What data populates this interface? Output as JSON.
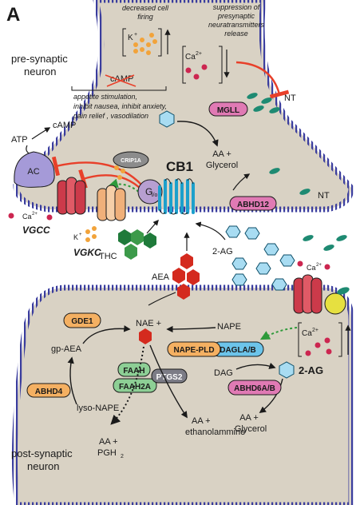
{
  "panel": {
    "letter": "A"
  },
  "neurons": {
    "pre": {
      "line1": "pre-synaptic",
      "line2": "neuron"
    },
    "post": {
      "line1": "post-synaptic",
      "line2": "neuron"
    }
  },
  "notes": {
    "firing": {
      "line1": "decreased cell",
      "line2": "firing"
    },
    "suppression": {
      "line1": "suppression of",
      "line2": "presynaptic",
      "line3": "neuratransmitters",
      "line4": "release"
    },
    "effects": {
      "line1": "appetite stimulation,",
      "line2": "inhibit nausea, inhibit anxiety,",
      "line3": "pain relief , vasodilation"
    }
  },
  "ions": {
    "k": "K",
    "ca": "Ca",
    "k_charge": "+",
    "ca_charge": "2+"
  },
  "labels": {
    "camp_top": "cAMP",
    "camp": "cAMP",
    "atp": "ATP",
    "ac": "AC",
    "nt1": "NT",
    "nt2": "NT",
    "mgll": "MGLL",
    "aa_glycerol_pre": {
      "line1": "AA +",
      "line2": "Glycerol"
    },
    "crip1a": "CRIP1A",
    "cb1": "CB1",
    "gio": "G",
    "gio_sub": "i/o",
    "vgcc": "VGCC",
    "vgkc": "VGKC",
    "abhd12": "ABHD12",
    "thc": "THC",
    "two_ag_cleft": "2-AG",
    "aea": "AEA",
    "gde1": "GDE1",
    "nae": "NAE +",
    "nape": "NAPE",
    "nape_pld": "NAPE-PLD",
    "gp_aea": "gp-AEA",
    "faah": "FAAH",
    "faah2a": "FAAH2A",
    "ptgs2": "PTGS2",
    "abhd4": "ABHD4",
    "lyso_nape": "lyso-NAPE",
    "aa_ethanol": {
      "line1": "AA +",
      "line2": "ethanolammine"
    },
    "aa_pgh2": {
      "line1": "AA +",
      "line2": "PGH",
      "sub": "2"
    },
    "dagla": "DAGLA/B",
    "dag": "DAG",
    "two_ag_post": "2-AG",
    "abhd6": "ABHD6A/B",
    "aa_glycerol_post": {
      "line1": "AA +",
      "line2": "Glycerol"
    }
  },
  "colors": {
    "cell_fill": "#d9d2c4",
    "membrane": "#3a3d9e",
    "inhibit": "#e8402a",
    "activate": "#2e9a3a",
    "k_ion": "#f2a33a",
    "ca_ion": "#cc2650",
    "nt": "#1e8a72",
    "thc": "#1f7a3a",
    "aea": "#d42a1e",
    "two_ag": "#a8dcf2",
    "cb1": "#1ca0cc",
    "mgll": "#e07ab4",
    "abhd12": "#e07ab4",
    "gde1": "#f4b062",
    "abhd4": "#f4b062",
    "nape_pld": "#f4b062",
    "faah": "#8dcf95",
    "ptgs2": "#7c7c86",
    "dagla": "#6cc4ea",
    "abhd6": "#e07ab4",
    "gio": "#b79fd1",
    "ac": "#a59ad8",
    "vgcc": "#cc3a4a",
    "vgkc": "#f0b07a"
  }
}
